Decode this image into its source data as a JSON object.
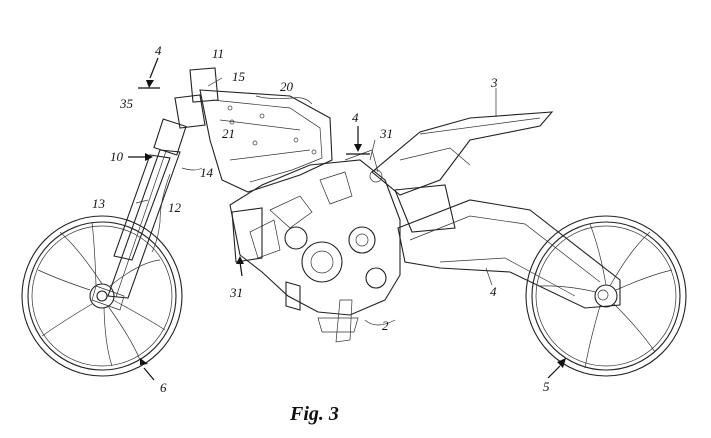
{
  "figure": {
    "caption": "Fig. 3",
    "labels": {
      "l4_top_left": "4",
      "l11": "11",
      "l15": "15",
      "l20": "20",
      "l3": "3",
      "l35": "35",
      "l21": "21",
      "l4_mid": "4",
      "l31_top": "31",
      "l10": "10",
      "l14": "14",
      "l13": "13",
      "l12": "12",
      "l31_bottom": "31",
      "l2": "2",
      "l4_swingarm": "4",
      "l6": "6",
      "l5": "5"
    }
  }
}
